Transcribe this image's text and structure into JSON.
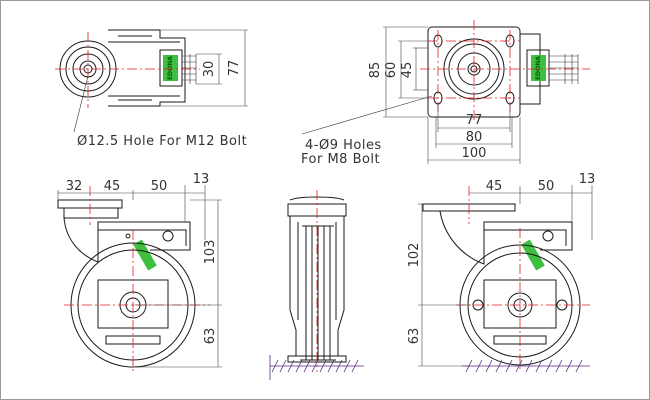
{
  "labels": {
    "hole_note": "Ø12.5 Hole For M12 Bolt",
    "holes_note_line1": "4-Ø9 Holes",
    "holes_note_line2": "For M8 Bolt",
    "brand": "EDONA"
  },
  "dimensions": {
    "top_left_30": "30",
    "top_left_77": "77",
    "top_right_85": "85",
    "top_right_60": "60",
    "top_right_45": "45",
    "top_right_77": "77",
    "top_right_80": "80",
    "top_right_100": "100",
    "front_32": "32",
    "front_45": "45",
    "front_50": "50",
    "front_13": "13",
    "front_103": "103",
    "front_63": "63",
    "right_45": "45",
    "right_50": "50",
    "right_13": "13",
    "right_102": "102",
    "right_63": "63"
  },
  "colors": {
    "outline": "#1a1a1a",
    "centerline": "#e0201c",
    "ground_hatch": "#5a2a8a",
    "brake_label": "#3fbf3f"
  }
}
